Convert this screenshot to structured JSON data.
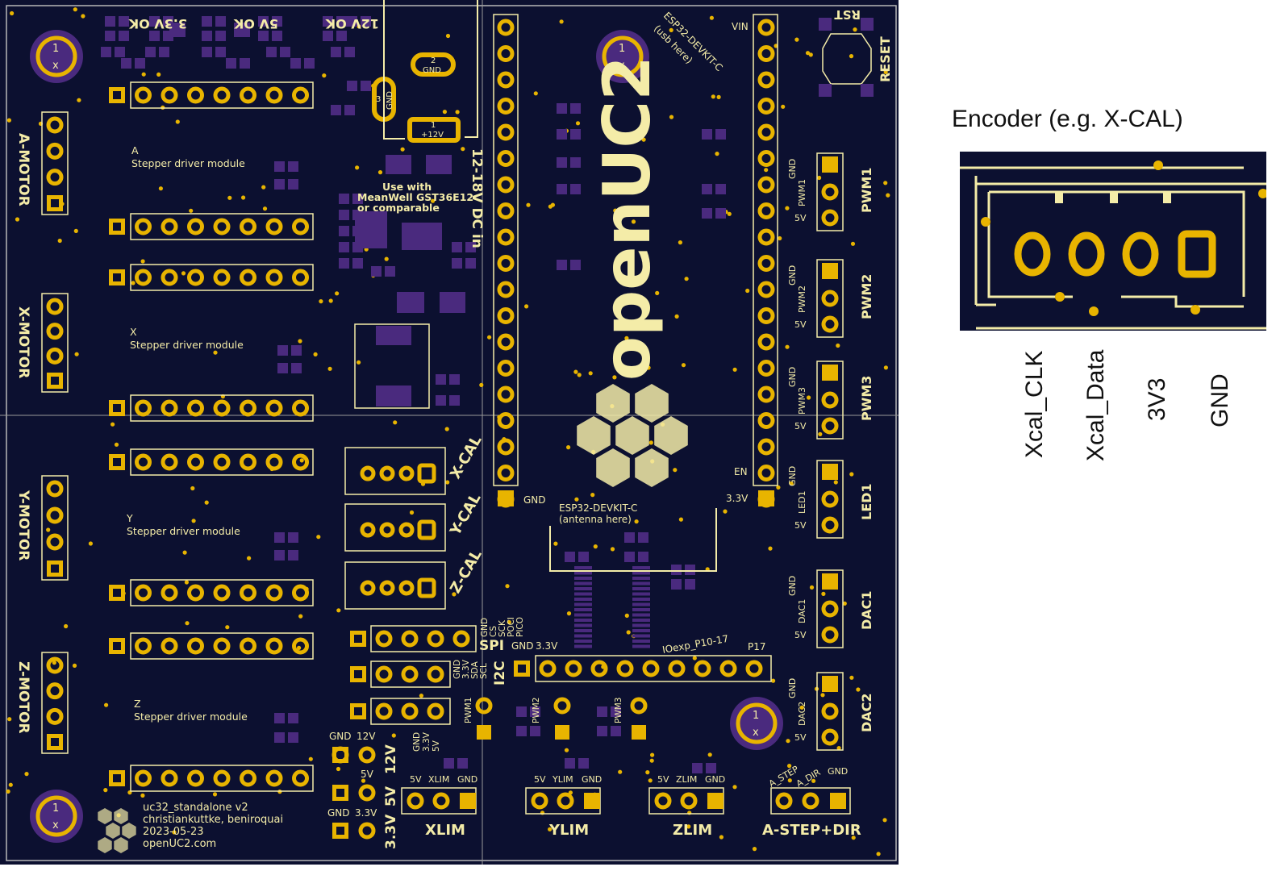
{
  "board": {
    "brand": "openUC2",
    "header_top": [
      "3.3V OK",
      "5V OK",
      "12V OK"
    ],
    "mount_hole": "1\nx",
    "motor_connectors": [
      "A-MOTOR",
      "X-MOTOR",
      "Y-MOTOR",
      "Z-MOTOR"
    ],
    "drivers": [
      {
        "letter": "A",
        "label": "Stepper driver module"
      },
      {
        "letter": "X",
        "label": "Stepper driver module"
      },
      {
        "letter": "Y",
        "label": "Stepper driver module"
      },
      {
        "letter": "Z",
        "label": "Stepper driver module"
      }
    ],
    "power": {
      "dc_in": "12-18V DC in",
      "psu_note_1": "Use with",
      "psu_note_2": "MeanWell GST36E12",
      "psu_note_3": "or comparable",
      "pad1": "1",
      "pad1_sub": "+12V",
      "pad2": "2",
      "pad2_sub": "GND",
      "pad3": "3",
      "pad3_sub": "GND"
    },
    "esp32": {
      "top_note_1": "ESP32-DEVKIT-C",
      "top_note_2": "(usb here)",
      "bottom_note_1": "ESP32-DEVKIT-C",
      "bottom_note_2": "(antenna here)",
      "vin": "VIN",
      "en": "EN",
      "v33": "3.3V",
      "gnd": "GND"
    },
    "reset": {
      "rst": "RST",
      "label": "RESET"
    },
    "right_connectors": [
      {
        "name": "PWM1",
        "pins": [
          "GND",
          "PWM1",
          "5V"
        ]
      },
      {
        "name": "PWM2",
        "pins": [
          "GND",
          "PWM2",
          "5V"
        ]
      },
      {
        "name": "PWM3",
        "pins": [
          "GND",
          "PWM3",
          "5V"
        ]
      },
      {
        "name": "LED1",
        "pins": [
          "GND",
          "LED1",
          "5V"
        ]
      },
      {
        "name": "DAC1",
        "pins": [
          "GND",
          "DAC1",
          "5V"
        ]
      },
      {
        "name": "DAC2",
        "pins": [
          "GND",
          "DAC2",
          "5V"
        ]
      }
    ],
    "cal": [
      "X-CAL",
      "Y-CAL",
      "Z-CAL"
    ],
    "spi": {
      "label": "SPI",
      "pins": [
        "GND",
        "CS",
        "SCK",
        "POCI",
        "PICO"
      ]
    },
    "i2c": {
      "label": "I2C",
      "pins": [
        "GND",
        "3.3V",
        "SDA",
        "SCL"
      ]
    },
    "ioexp": {
      "label": "IOexp_P10-17",
      "gnd": "GND",
      "v33": "3.3V",
      "p17": "P17"
    },
    "small_pwm": [
      "PWM1",
      "PWM2",
      "PWM3"
    ],
    "power_header": {
      "pins": [
        "GND",
        "3.3V",
        "5V"
      ],
      "rail_12v": "12V",
      "rail_5v": "5V",
      "rail_33v": "3.3V",
      "gnd": "GND",
      "v12": "12V",
      "v5": "5V",
      "v33": "3.3V"
    },
    "limits": [
      {
        "name": "XLIM",
        "pins": [
          "5V",
          "XLIM",
          "GND"
        ]
      },
      {
        "name": "YLIM",
        "pins": [
          "5V",
          "YLIM",
          "GND"
        ]
      },
      {
        "name": "ZLIM",
        "pins": [
          "5V",
          "ZLIM",
          "GND"
        ]
      }
    ],
    "step_dir": {
      "name": "A-STEP+DIR",
      "pins": [
        "A_STEP",
        "A_DIR",
        "GND"
      ]
    },
    "footer": [
      "uc32_standalone v2",
      "christiankuttke, beniroquai",
      "2023-05-23",
      "openUC2.com"
    ]
  },
  "inset": {
    "title": "Encoder (e.g. X-CAL)",
    "pins": [
      "Xcal_CLK",
      "Xcal_Data",
      "3V3",
      "GND"
    ]
  },
  "colors": {
    "board": "#0c1030",
    "silk": "#f4eca8",
    "copper": "#e8b400",
    "mask": "#4a2a7e",
    "edge": "#b8b8b8"
  }
}
